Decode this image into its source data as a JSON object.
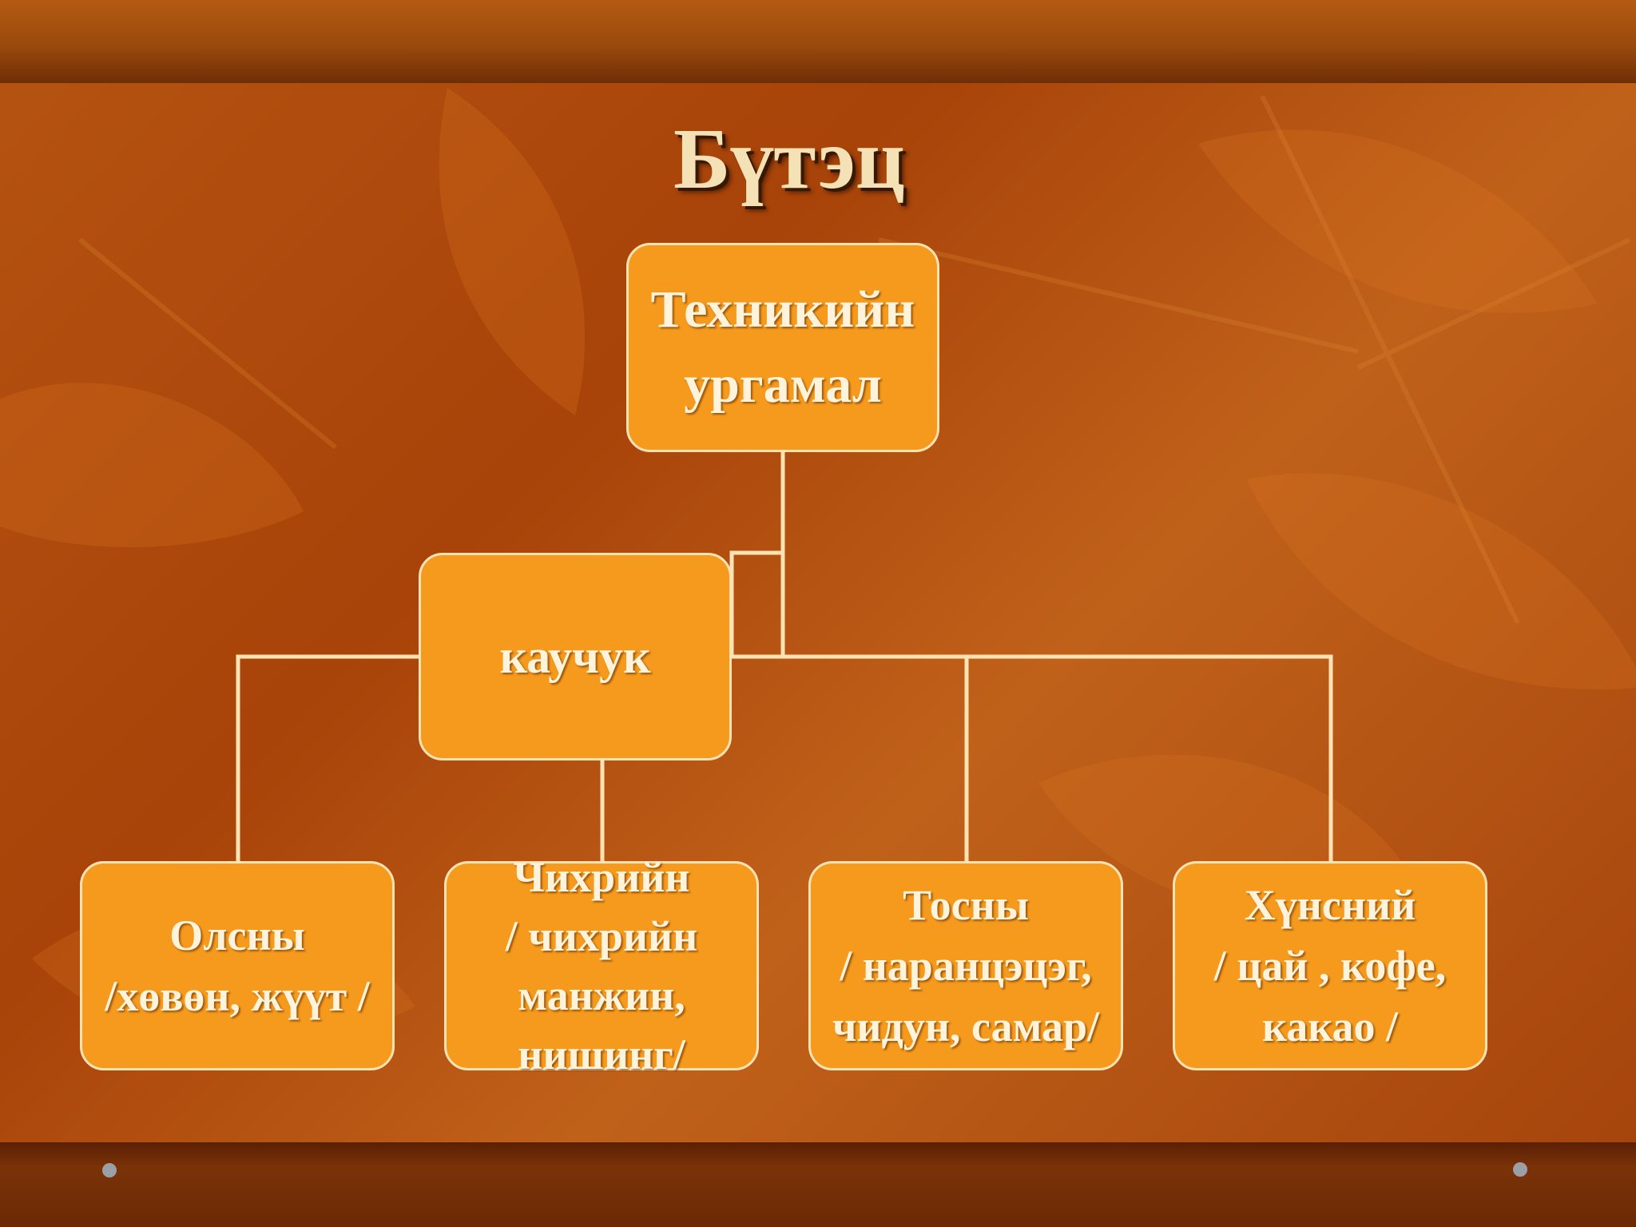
{
  "title": "Бүтэц",
  "root": {
    "label": "Техникийн\nургамал"
  },
  "middle": {
    "label": "каучук"
  },
  "leaves": [
    {
      "label": "Олсны\n/хөвөн, жүүт /"
    },
    {
      "label": "Чихрийн\n/ чихрийн\nманжин,\nнишинг/"
    },
    {
      "label": "Тосны\n/ наранцэцэг,\nчидун, самар/"
    },
    {
      "label": "Хүнсний\n/ цай , кофе,\nкакао /"
    }
  ],
  "colors": {
    "background": "#a84309",
    "node_fill": "#f59a1d",
    "node_border": "#fde2b4",
    "connector": "#fde2b4",
    "title": "#f4e2b6"
  }
}
